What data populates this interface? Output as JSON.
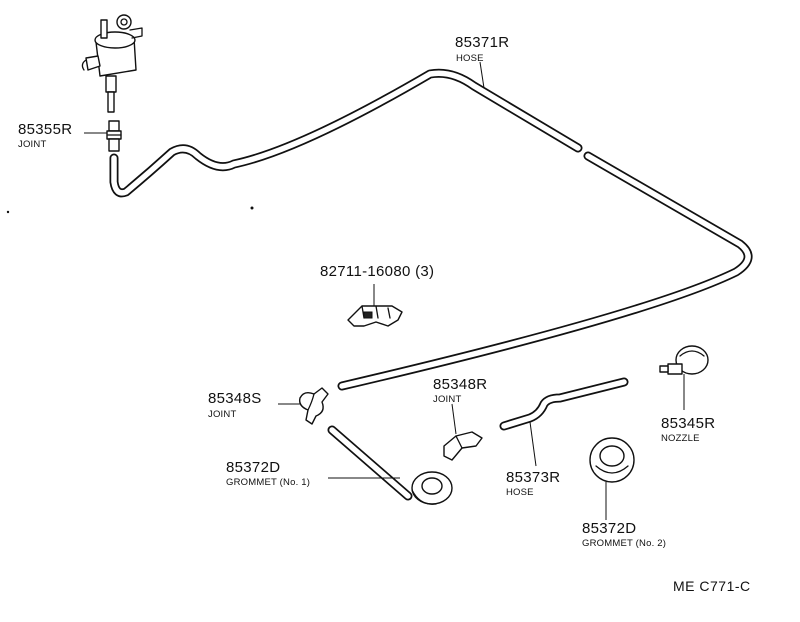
{
  "labels": {
    "hose_main": {
      "part_no": "85371R",
      "name": "HOSE"
    },
    "joint_top": {
      "part_no": "85355R",
      "name": "JOINT"
    },
    "clip": {
      "part_no": "82711-16080 (3)"
    },
    "joint_left": {
      "part_no": "85348S",
      "name": "JOINT"
    },
    "joint_mid": {
      "part_no": "85348R",
      "name": "JOINT"
    },
    "nozzle": {
      "part_no": "85345R",
      "name": "NOZZLE"
    },
    "grommet_1": {
      "part_no": "85372D",
      "name": "GROMMET (No. 1)"
    },
    "hose_short": {
      "part_no": "85373R",
      "name": "HOSE"
    },
    "grommet_2": {
      "part_no": "85372D",
      "name": "GROMMET (No. 2)"
    }
  },
  "diagram_code": "ME C771-C"
}
